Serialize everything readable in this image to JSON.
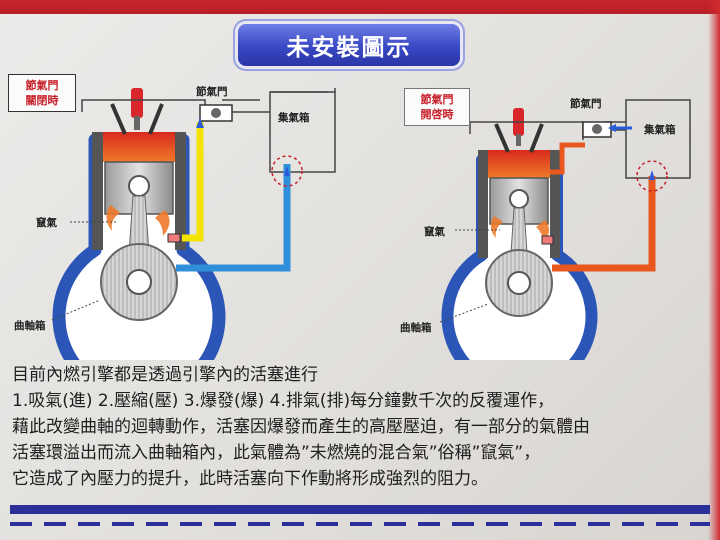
{
  "title": "未安裝圖示",
  "left_diagram": {
    "state": [
      "節氣門",
      "關閉時"
    ],
    "throttle_label": "節氣門",
    "collector_label": "集氣箱",
    "blowby_label": "竄氣",
    "crankcase_label": "曲軸箱"
  },
  "right_diagram": {
    "state": [
      "節氣門",
      "開啓時"
    ],
    "throttle_label": "節氣門",
    "collector_label": "集氣箱",
    "blowby_label": "竄氣",
    "crankcase_label": "曲軸箱"
  },
  "description": [
    "目前內燃引擎都是透過引擎內的活塞進行",
    "1.吸氣(進) 2.壓縮(壓) 3.爆發(爆) 4.排氣(排)每分鐘數千次的反覆運作，",
    "藉此改變曲軸的迴轉動作，活塞因爆發而產生的高壓壓迫，有一部分的氣體由",
    "活塞環溢出而流入曲軸箱內，此氣體為”未燃燒的混合氣”俗稱”竄氣”，",
    "它造成了內壓力的提升，此時活塞向下作動將形成強烈的阻力。"
  ],
  "colors": {
    "banner_blue": "#3847c4",
    "pipe_yellow": "#f2e300",
    "pipe_blue": "#2f8fd8",
    "pipe_orange": "#e8581e",
    "accent_red": "#c8202a"
  }
}
